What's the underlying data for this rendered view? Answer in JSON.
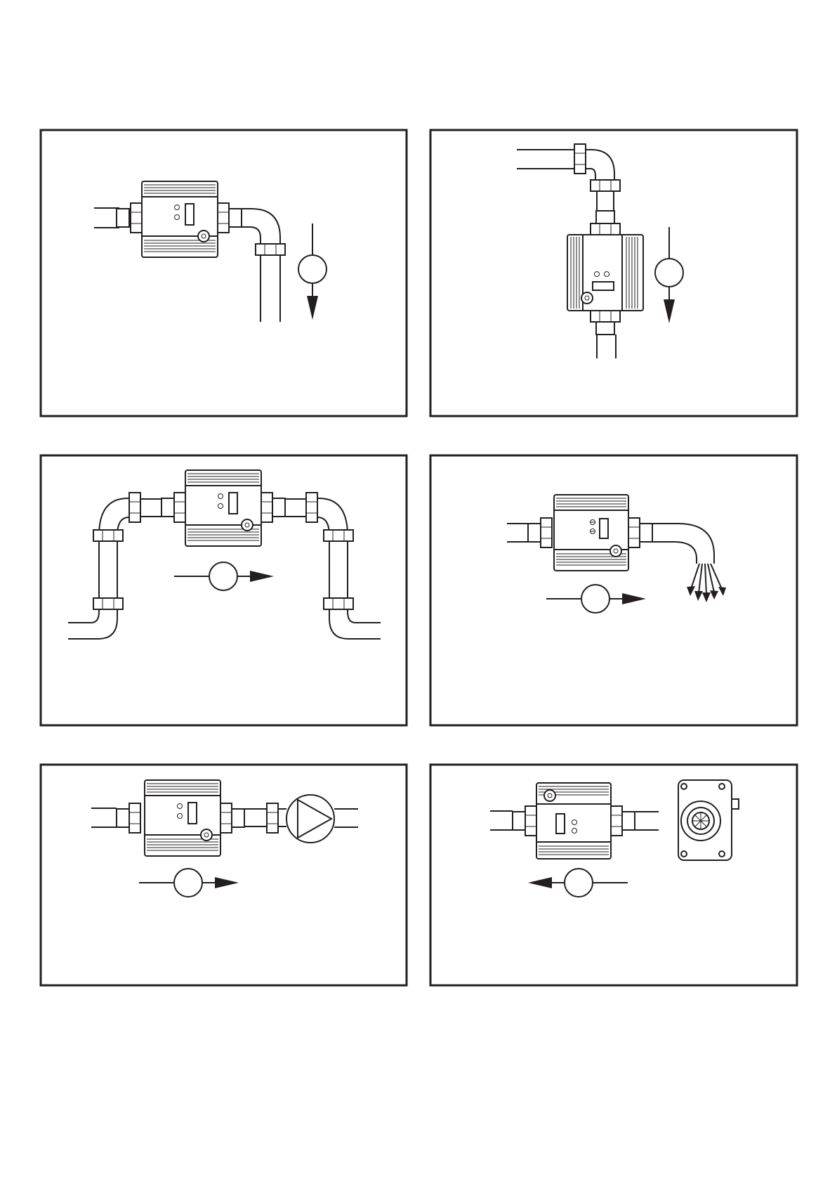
{
  "colors": {
    "ink": "#231f20",
    "paper": "#ffffff"
  },
  "panels": [
    {
      "id": "p1",
      "icon": "flow-sensor-icon",
      "flow_direction": "down"
    },
    {
      "id": "p2",
      "icon": "flow-sensor-icon",
      "flow_direction": "down"
    },
    {
      "id": "p3",
      "icon": "flow-sensor-icon",
      "flow_direction": "right"
    },
    {
      "id": "p4",
      "icon": "flow-sensor-icon",
      "flow_direction": "right"
    },
    {
      "id": "p5",
      "icon": "flow-sensor-icon",
      "flow_direction": "right"
    },
    {
      "id": "p6",
      "icon": "flow-sensor-icon",
      "flow_direction": "left"
    }
  ]
}
